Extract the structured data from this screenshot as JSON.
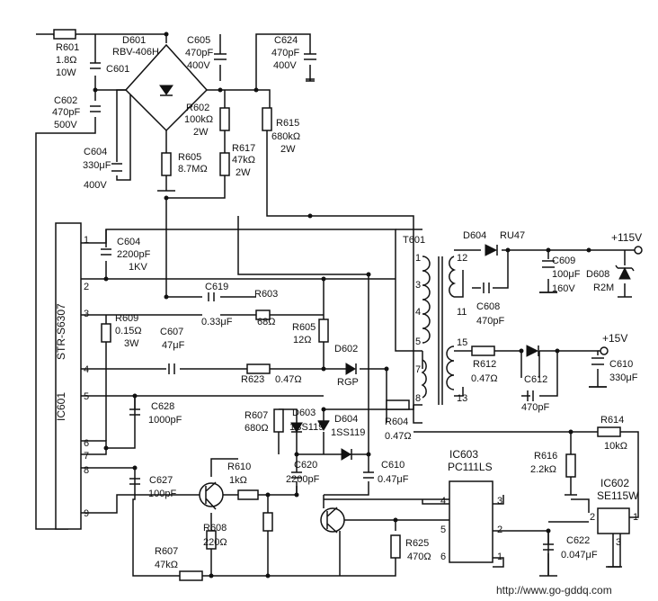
{
  "diagram": {
    "watermark": "http://www.go-gddq.com",
    "ics": {
      "ic601": {
        "ref": "IC601",
        "part": "STR-S6307",
        "pins": [
          "1",
          "2",
          "3",
          "4",
          "5",
          "6",
          "7",
          "8",
          "9"
        ]
      },
      "ic603": {
        "ref": "IC603",
        "part": "PC111LS",
        "pins": [
          "4",
          "3",
          "5",
          "2",
          "6",
          "1"
        ]
      },
      "ic602": {
        "ref": "IC602",
        "part": "SE115W",
        "pins": [
          "2",
          "1",
          "3"
        ]
      }
    },
    "transformer": {
      "ref": "T601",
      "pins": [
        "1",
        "3",
        "4",
        "5",
        "7",
        "8",
        "12",
        "11",
        "15",
        "13"
      ]
    },
    "outputs": {
      "v115": "+115V",
      "v15": "+15V"
    },
    "components": {
      "R601": [
        "R601",
        "1.8Ω",
        "10W"
      ],
      "C601": [
        "C601"
      ],
      "D601": [
        "D601",
        "RBV-406H"
      ],
      "C605": [
        "C605",
        "470pF",
        "400V"
      ],
      "C624": [
        "C624",
        "470pF",
        "400V"
      ],
      "C602": [
        "C602",
        "470pF",
        "500V"
      ],
      "R602": [
        "R602",
        "100kΩ",
        "2W"
      ],
      "R615": [
        "R615",
        "680kΩ",
        "2W"
      ],
      "R617": [
        "R617",
        "47kΩ",
        "2W"
      ],
      "R605a": [
        "R605",
        "8.7MΩ"
      ],
      "C604a": [
        "C604",
        "330μF",
        "400V"
      ],
      "C604b": [
        "C604",
        "2200pF",
        "1KV"
      ],
      "C619": [
        "C619",
        "0.33μF"
      ],
      "R603": [
        "R603",
        "68Ω"
      ],
      "R609": [
        "R609",
        "0.15Ω",
        "3W"
      ],
      "C607": [
        "C607",
        "47μF"
      ],
      "R605b": [
        "R605",
        "12Ω"
      ],
      "D602": [
        "D602",
        "RGP"
      ],
      "R623": [
        "R623",
        "0.47Ω"
      ],
      "C628": [
        "C628",
        "1000pF"
      ],
      "R607a": [
        "R607",
        "680Ω"
      ],
      "D603": [
        "D603",
        "1SS119"
      ],
      "D604b": [
        "D604",
        "1SS119"
      ],
      "R604": [
        "R604",
        "0.47Ω"
      ],
      "C627": [
        "C627",
        "100pF"
      ],
      "R610": [
        "R610",
        "1kΩ"
      ],
      "C620": [
        "C620",
        "2200pF"
      ],
      "C610b": [
        "C610",
        "0.47μF"
      ],
      "R608": [
        "R608",
        "220Ω"
      ],
      "R607b": [
        "R607",
        "47kΩ"
      ],
      "R625": [
        "R625",
        "470Ω"
      ],
      "D604a": [
        "D604",
        "RU47"
      ],
      "C609": [
        "C609",
        "100μF",
        "160V"
      ],
      "C608": [
        "C608",
        "470pF"
      ],
      "D608": [
        "D608",
        "R2M"
      ],
      "R612": [
        "R612",
        "0.47Ω"
      ],
      "C612": [
        "C612",
        "470pF"
      ],
      "C610a": [
        "C610",
        "330μF"
      ],
      "R614": [
        "R614",
        "10kΩ"
      ],
      "R616": [
        "R616",
        "2.2kΩ"
      ],
      "C622": [
        "C622",
        "0.047μF"
      ]
    }
  }
}
